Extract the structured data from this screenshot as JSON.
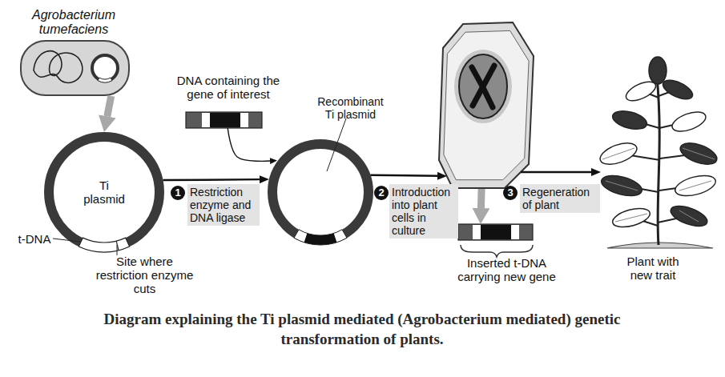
{
  "diagram": {
    "caption": "Diagram explaining the Ti plasmid mediated (Agrobacterium mediated) genetic transformation of plants.",
    "nodes": [
      {
        "text": [
          "Agrobacterium tumefaciens"
        ]
      },
      {
        "text": [
          "Ti plasmid"
        ]
      },
      {
        "text": [
          "DNA containing the gene of interest"
        ]
      },
      {
        "text": [
          "Recombinant Ti plasmid"
        ]
      },
      {
        "text": []
      },
      {
        "text": [
          "Inserted t-DNA carrying new gene"
        ]
      },
      {
        "text": [
          "Plant with new trait"
        ]
      }
    ],
    "edges": [
      {
        "from": 0,
        "to": 1,
        "arrow": "to"
      },
      {
        "from": 1,
        "to": 3,
        "arrow": "to",
        "label": "Restriction enzyme and DNA ligase"
      },
      {
        "from": 2,
        "to": 3,
        "arrow": "to"
      },
      {
        "from": 3,
        "to": 4,
        "arrow": "to",
        "label": "Introduction into plant cells in culture"
      },
      {
        "from": 4,
        "to": 5,
        "arrow": "to"
      },
      {
        "from": 4,
        "to": 6,
        "arrow": "to",
        "label": "Regeneration of plant"
      }
    ],
    "labels": [
      "t-DNA",
      "Site where restriction enzyme cuts",
      "1",
      "2",
      "3"
    ]
  }
}
